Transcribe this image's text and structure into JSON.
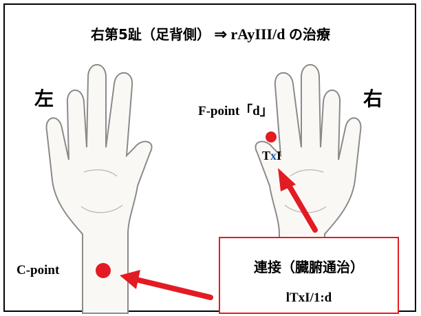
{
  "title": {
    "jp": "右第5趾（足背側）",
    "arrow": "⇒",
    "code": "rAyIII/d",
    "suffix": "の治療"
  },
  "left_label": "左",
  "right_label": "右",
  "f_point_label": "F-point「d」",
  "txi": {
    "t": "T",
    "x": "x",
    "i": "I"
  },
  "c_point_label": "C-point",
  "info_box": {
    "title": "連接（臓腑通治）",
    "code": "lTxI/1:d"
  },
  "colors": {
    "red": "#e31b23",
    "blue_x": "#1a5fb4",
    "hand_fill": "#faf8f4",
    "hand_stroke": "#8a8a8a"
  }
}
